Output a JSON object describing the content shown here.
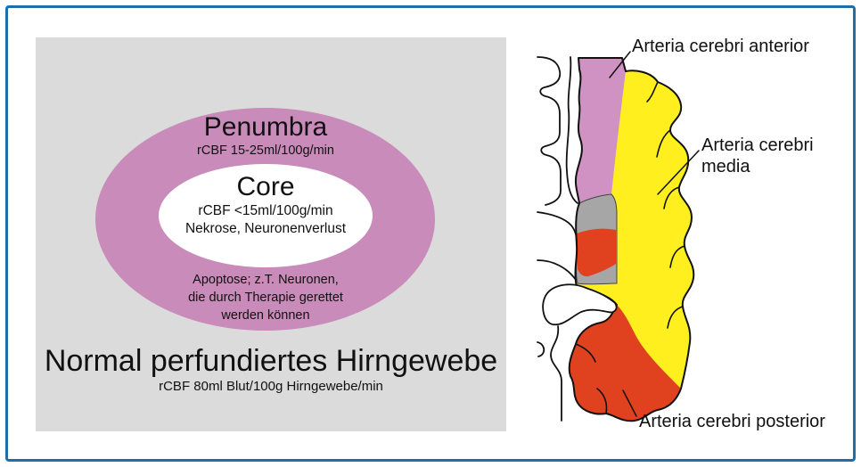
{
  "colors": {
    "frame": "#1e6fa8",
    "panel_background": "#dbdbdb",
    "penumbra": "#c98bb9",
    "core": "#ffffff",
    "anterior": "#cf92c2",
    "media": "#ffef1f",
    "posterior": "#e0421f",
    "penumbra_spot": "#a6a6a6",
    "core_spot": "#e0421f"
  },
  "perfusion_diagram": {
    "penumbra": {
      "title": "Penumbra",
      "rcbf": "rCBF 15-25ml/100g/min",
      "description": [
        "Apoptose; z.T. Neuronen,",
        "die durch Therapie gerettet",
        "werden können"
      ]
    },
    "core": {
      "title": "Core",
      "rcbf": "rCBF <15ml/100g/min",
      "description": "Nekrose, Neuronenverlust"
    },
    "normal_tissue": {
      "title": "Normal perfundiertes Hirngewebe",
      "rcbf": "rCBF 80ml Blut/100g Hirngewebe/min"
    }
  },
  "brain_section": {
    "labels": {
      "anterior": "Arteria cerebri anterior",
      "media": [
        "Arteria cerebri",
        "media"
      ],
      "posterior": "Arteria cerebri posterior"
    }
  }
}
